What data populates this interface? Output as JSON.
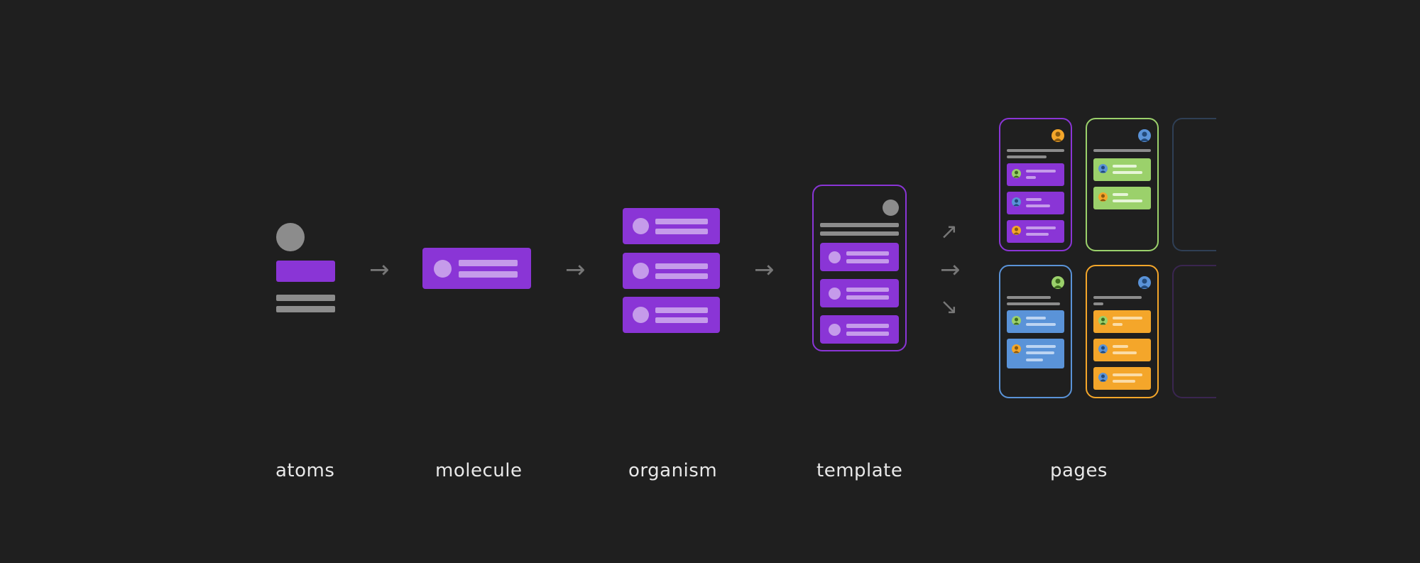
{
  "stages": {
    "atoms": "atoms",
    "molecule": "molecule",
    "organism": "organism",
    "template": "template",
    "pages": "pages"
  },
  "colors": {
    "background": "#1f1f1f",
    "purple": "#8a35d6",
    "purple_light": "#c59bea",
    "green": "#9bd16b",
    "blue": "#5a93d8",
    "orange": "#f4a62a",
    "gray": "#8c8c8c"
  },
  "icons": {
    "arrow": "right-arrow-icon",
    "arrow_up": "up-right-arrow-icon",
    "arrow_down": "down-right-arrow-icon",
    "avatar": "user-avatar-icon"
  }
}
